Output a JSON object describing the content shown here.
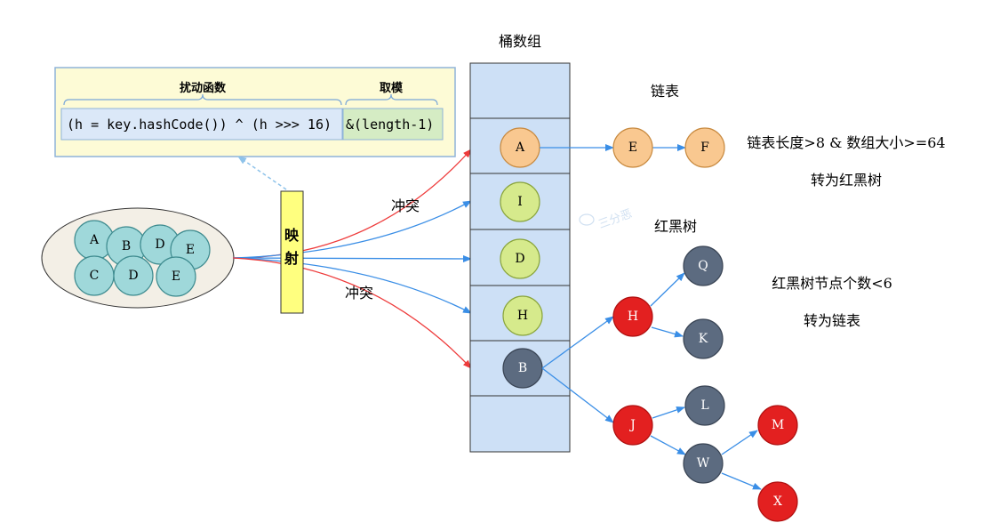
{
  "hash_formula": {
    "perturb_label": "扰动函数",
    "modulo_label": "取模",
    "perturb_code": "(h = key.hashCode()) ^ (h >>> 16)",
    "modulo_code": "&(length-1)"
  },
  "mapping_label": "映射",
  "key_set": [
    "A",
    "B",
    "D",
    "E",
    "C",
    "D",
    "E"
  ],
  "bucket_array": {
    "title": "桶数组",
    "buckets": [
      "",
      "A",
      "I",
      "D",
      "H",
      "B",
      ""
    ]
  },
  "collision_labels": [
    "冲突",
    "冲突"
  ],
  "linked_list": {
    "title": "链表",
    "nodes": [
      "E",
      "F"
    ],
    "rule_condition": "链表长度>8 & 数组大小>=64",
    "rule_result": "转为红黑树"
  },
  "red_black_tree": {
    "title": "红黑树",
    "nodes": [
      "H",
      "Q",
      "K",
      "J",
      "L",
      "W",
      "M",
      "X"
    ],
    "rule_condition": "红黑树节点个数<6",
    "rule_result": "转为链表"
  },
  "watermark": "三分恶",
  "colors": {
    "formula_panel_bg": "#fdfbd6",
    "formula_panel_border": "#8fb3d9",
    "code_box_bg": "#dbe8f8",
    "modulo_box_bg": "#d5ecc4",
    "mapping_box_bg": "#ffff7f",
    "key_set_bg": "#f3efe6",
    "key_circle": "#9fd8da",
    "bucket_bg": "#cde0f6",
    "list_node": "#f9c890",
    "bucket_node_green": "#d6ea8c",
    "bucket_node_dark": "#5c6b80",
    "tree_red": "#e32020",
    "tree_black": "#5c6b80",
    "arrow_blue": "#3a8ee6",
    "arrow_red": "#ee3b3b"
  }
}
